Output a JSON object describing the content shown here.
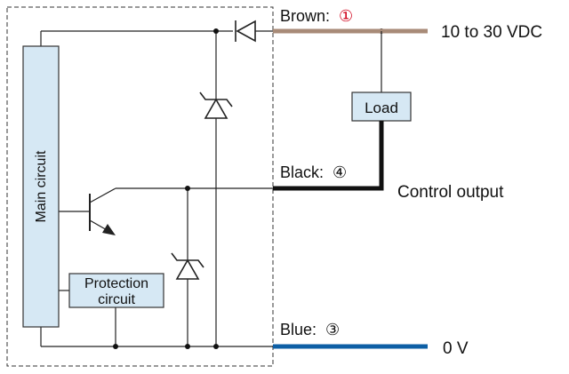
{
  "wires": {
    "brown": {
      "label": "Brown:",
      "pin": "①",
      "color": "#a88b78"
    },
    "black": {
      "label": "Black:",
      "pin": "④",
      "color": "#111111"
    },
    "blue": {
      "label": "Blue:",
      "pin": "③",
      "color": "#0d5fa5"
    }
  },
  "supply_label": "10 to 30 VDC",
  "ground_label": "0 V",
  "output_label": "Control output",
  "load_label": "Load",
  "main_circuit_label": "Main circuit",
  "protection_circuit": {
    "line1": "Protection",
    "line2": "circuit"
  },
  "colors": {
    "block_fill": "#d6e8f4",
    "block_stroke": "#333333"
  }
}
